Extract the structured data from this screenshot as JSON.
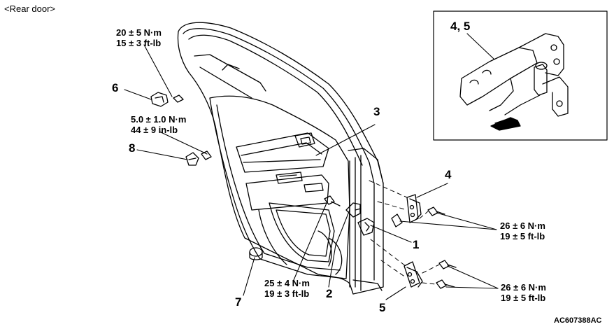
{
  "title": "<Rear door>",
  "callouts": {
    "c1": "1",
    "c2": "2",
    "c3": "3",
    "c4": "4",
    "c5": "5",
    "c6": "6",
    "c7": "7",
    "c8": "8",
    "c45": "4, 5"
  },
  "torques": {
    "t6_nm": "20 ± 5 N·m",
    "t6_ftlb": "15 ± 3 ft-lb",
    "t8_nm": "5.0 ± 1.0 N·m",
    "t8_inlb": "44 ± 9 in-lb",
    "t2_nm": "25 ± 4 N·m",
    "t2_ftlb": "19 ± 3 ft-lb",
    "t4_nm": "26 ± 6 N·m",
    "t4_ftlb": "19 ± 5 ft-lb",
    "t5_nm": "26 ± 6 N·m",
    "t5_ftlb": "19 ± 5 ft-lb"
  },
  "figure_code": "AC607388AC"
}
